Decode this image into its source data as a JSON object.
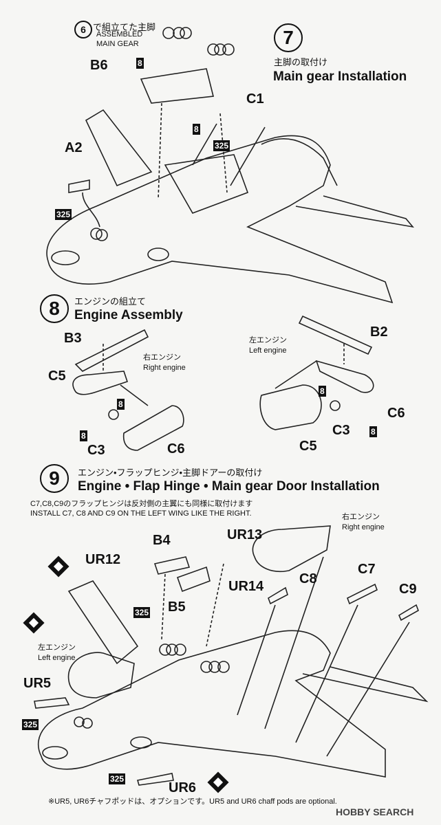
{
  "step6ref": {
    "num": "6",
    "jp": "で組立てた主脚",
    "en1": "ASSEMBLED",
    "en2": "MAIN GEAR"
  },
  "step7": {
    "num": "7",
    "jp": "主脚の取付け",
    "en": "Main gear Installation",
    "parts": {
      "b6": "B6",
      "c1": "C1",
      "a2": "A2"
    },
    "badges": {
      "b1": "8",
      "b2": "8",
      "b3": "325",
      "b4": "325"
    }
  },
  "step8": {
    "num": "8",
    "jp": "エンジンの組立て",
    "en": "Engine Assembly",
    "right_jp": "右エンジン",
    "right_en": "Right engine",
    "left_jp": "左エンジン",
    "left_en": "Left engine",
    "parts": {
      "b3": "B3",
      "c5a": "C5",
      "c3a": "C3",
      "c6a": "C6",
      "b2": "B2",
      "c6b": "C6",
      "c3b": "C3",
      "c5b": "C5"
    },
    "badges": {
      "b1": "8",
      "b2": "8",
      "b3": "8",
      "b4": "8"
    }
  },
  "step9": {
    "num": "9",
    "jp": "エンジン•フラップヒンジ•主脚ドアーの取付け",
    "en": "Engine • Flap Hinge • Main gear Door Installation",
    "note_jp": "C7,C8,C9のフラップヒンジは反対側の主翼にも同様に取付けます",
    "note_en": "INSTALL C7, C8 AND C9 ON THE LEFT WING LIKE THE RIGHT.",
    "right_jp": "右エンジン",
    "right_en": "Right engine",
    "left_jp": "左エンジン",
    "left_en": "Left engine",
    "parts": {
      "b4": "B4",
      "ur13": "UR13",
      "ur12": "UR12",
      "c8": "C8",
      "c7": "C7",
      "ur14": "UR14",
      "c9": "C9",
      "b5": "B5",
      "ur5": "UR5",
      "ur6": "UR6"
    },
    "badges": {
      "b1": "325",
      "b2": "325",
      "b3": "325"
    }
  },
  "footer": {
    "note": "※UR5, UR6チャフポッドは、オプションです。UR5 and UR6 chaff pods are optional.",
    "watermark": "HOBBY SEARCH"
  }
}
